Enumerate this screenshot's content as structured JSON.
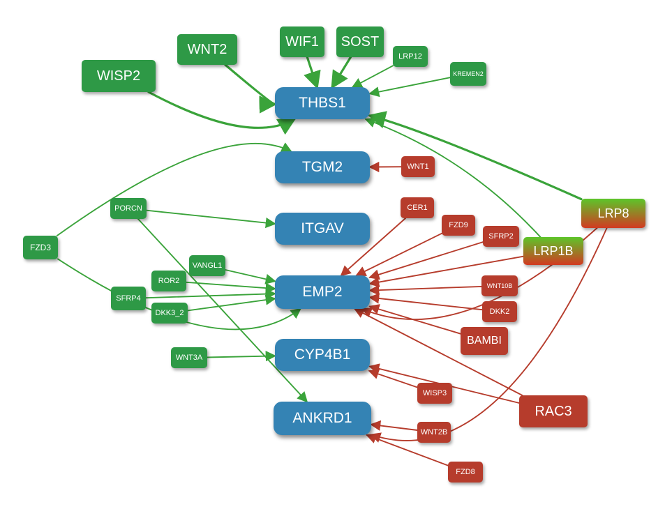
{
  "colors": {
    "target": "#3483b4",
    "positive": "#2e9946",
    "negative": "#b63c2c",
    "mixed_start": "#d23a22",
    "mixed_end": "#5dc52a",
    "positive_edge": "#3aa33a",
    "negative_edge": "#b63c2c"
  },
  "nodes": {
    "THBS1": "THBS1",
    "TGM2": "TGM2",
    "ITGAV": "ITGAV",
    "EMP2": "EMP2",
    "CYP4B1": "CYP4B1",
    "ANKRD1": "ANKRD1",
    "WISP2": "WISP2",
    "WNT2": "WNT2",
    "WIF1": "WIF1",
    "SOST": "SOST",
    "LRP12": "LRP12",
    "KREMEN2": "KREMEN2",
    "WNT1": "WNT1",
    "FZD3": "FZD3",
    "PORCN": "PORCN",
    "VANGL1": "VANGL1",
    "ROR2": "ROR2",
    "SFRP4": "SFRP4",
    "DKK3_2": "DKK3_2",
    "WNT3A": "WNT3A",
    "CER1": "CER1",
    "FZD9": "FZD9",
    "SFRP2": "SFRP2",
    "LRP1B": "LRP1B",
    "LRP8": "LRP8",
    "WNT10B": "WNT10B",
    "DKK2": "DKK2",
    "BAMBI": "BAMBI",
    "WISP3": "WISP3",
    "RAC3": "RAC3",
    "WNT2B": "WNT2B",
    "FZD8": "FZD8"
  },
  "node_types": {
    "THBS1": "target",
    "TGM2": "target",
    "ITGAV": "target",
    "EMP2": "target",
    "CYP4B1": "target",
    "ANKRD1": "target",
    "WISP2": "positive",
    "WNT2": "positive",
    "WIF1": "positive",
    "SOST": "positive",
    "LRP12": "positive",
    "KREMEN2": "positive",
    "FZD3": "positive",
    "PORCN": "positive",
    "VANGL1": "positive",
    "ROR2": "positive",
    "SFRP4": "positive",
    "DKK3_2": "positive",
    "WNT3A": "positive",
    "WNT1": "negative",
    "CER1": "negative",
    "FZD9": "negative",
    "SFRP2": "negative",
    "WNT10B": "negative",
    "DKK2": "negative",
    "BAMBI": "negative",
    "WISP3": "negative",
    "RAC3": "negative",
    "WNT2B": "negative",
    "FZD8": "negative",
    "LRP1B": "mixed",
    "LRP8": "mixed"
  },
  "edges": [
    {
      "from": "WISP2",
      "to": "THBS1",
      "sign": "positive"
    },
    {
      "from": "WNT2",
      "to": "THBS1",
      "sign": "positive"
    },
    {
      "from": "WIF1",
      "to": "THBS1",
      "sign": "positive"
    },
    {
      "from": "SOST",
      "to": "THBS1",
      "sign": "positive"
    },
    {
      "from": "LRP12",
      "to": "THBS1",
      "sign": "positive"
    },
    {
      "from": "KREMEN2",
      "to": "THBS1",
      "sign": "positive"
    },
    {
      "from": "LRP8",
      "to": "THBS1",
      "sign": "positive"
    },
    {
      "from": "LRP1B",
      "to": "THBS1",
      "sign": "positive"
    },
    {
      "from": "WNT1",
      "to": "TGM2",
      "sign": "negative"
    },
    {
      "from": "FZD3",
      "to": "TGM2",
      "sign": "positive"
    },
    {
      "from": "FZD3",
      "to": "EMP2",
      "sign": "positive"
    },
    {
      "from": "PORCN",
      "to": "ITGAV",
      "sign": "positive"
    },
    {
      "from": "PORCN",
      "to": "ANKRD1",
      "sign": "positive"
    },
    {
      "from": "VANGL1",
      "to": "EMP2",
      "sign": "positive"
    },
    {
      "from": "ROR2",
      "to": "EMP2",
      "sign": "positive"
    },
    {
      "from": "SFRP4",
      "to": "EMP2",
      "sign": "positive"
    },
    {
      "from": "DKK3_2",
      "to": "EMP2",
      "sign": "positive"
    },
    {
      "from": "WNT3A",
      "to": "CYP4B1",
      "sign": "positive"
    },
    {
      "from": "CER1",
      "to": "EMP2",
      "sign": "negative"
    },
    {
      "from": "FZD9",
      "to": "EMP2",
      "sign": "negative"
    },
    {
      "from": "SFRP2",
      "to": "EMP2",
      "sign": "negative"
    },
    {
      "from": "LRP1B",
      "to": "EMP2",
      "sign": "negative"
    },
    {
      "from": "WNT10B",
      "to": "EMP2",
      "sign": "negative"
    },
    {
      "from": "DKK2",
      "to": "EMP2",
      "sign": "negative"
    },
    {
      "from": "BAMBI",
      "to": "EMP2",
      "sign": "negative"
    },
    {
      "from": "RAC3",
      "to": "EMP2",
      "sign": "negative"
    },
    {
      "from": "LRP8",
      "to": "EMP2",
      "sign": "negative"
    },
    {
      "from": "RAC3",
      "to": "CYP4B1",
      "sign": "negative"
    },
    {
      "from": "WISP3",
      "to": "CYP4B1",
      "sign": "negative"
    },
    {
      "from": "WNT2B",
      "to": "ANKRD1",
      "sign": "negative"
    },
    {
      "from": "FZD8",
      "to": "ANKRD1",
      "sign": "negative"
    },
    {
      "from": "LRP8",
      "to": "ANKRD1",
      "sign": "negative"
    }
  ]
}
